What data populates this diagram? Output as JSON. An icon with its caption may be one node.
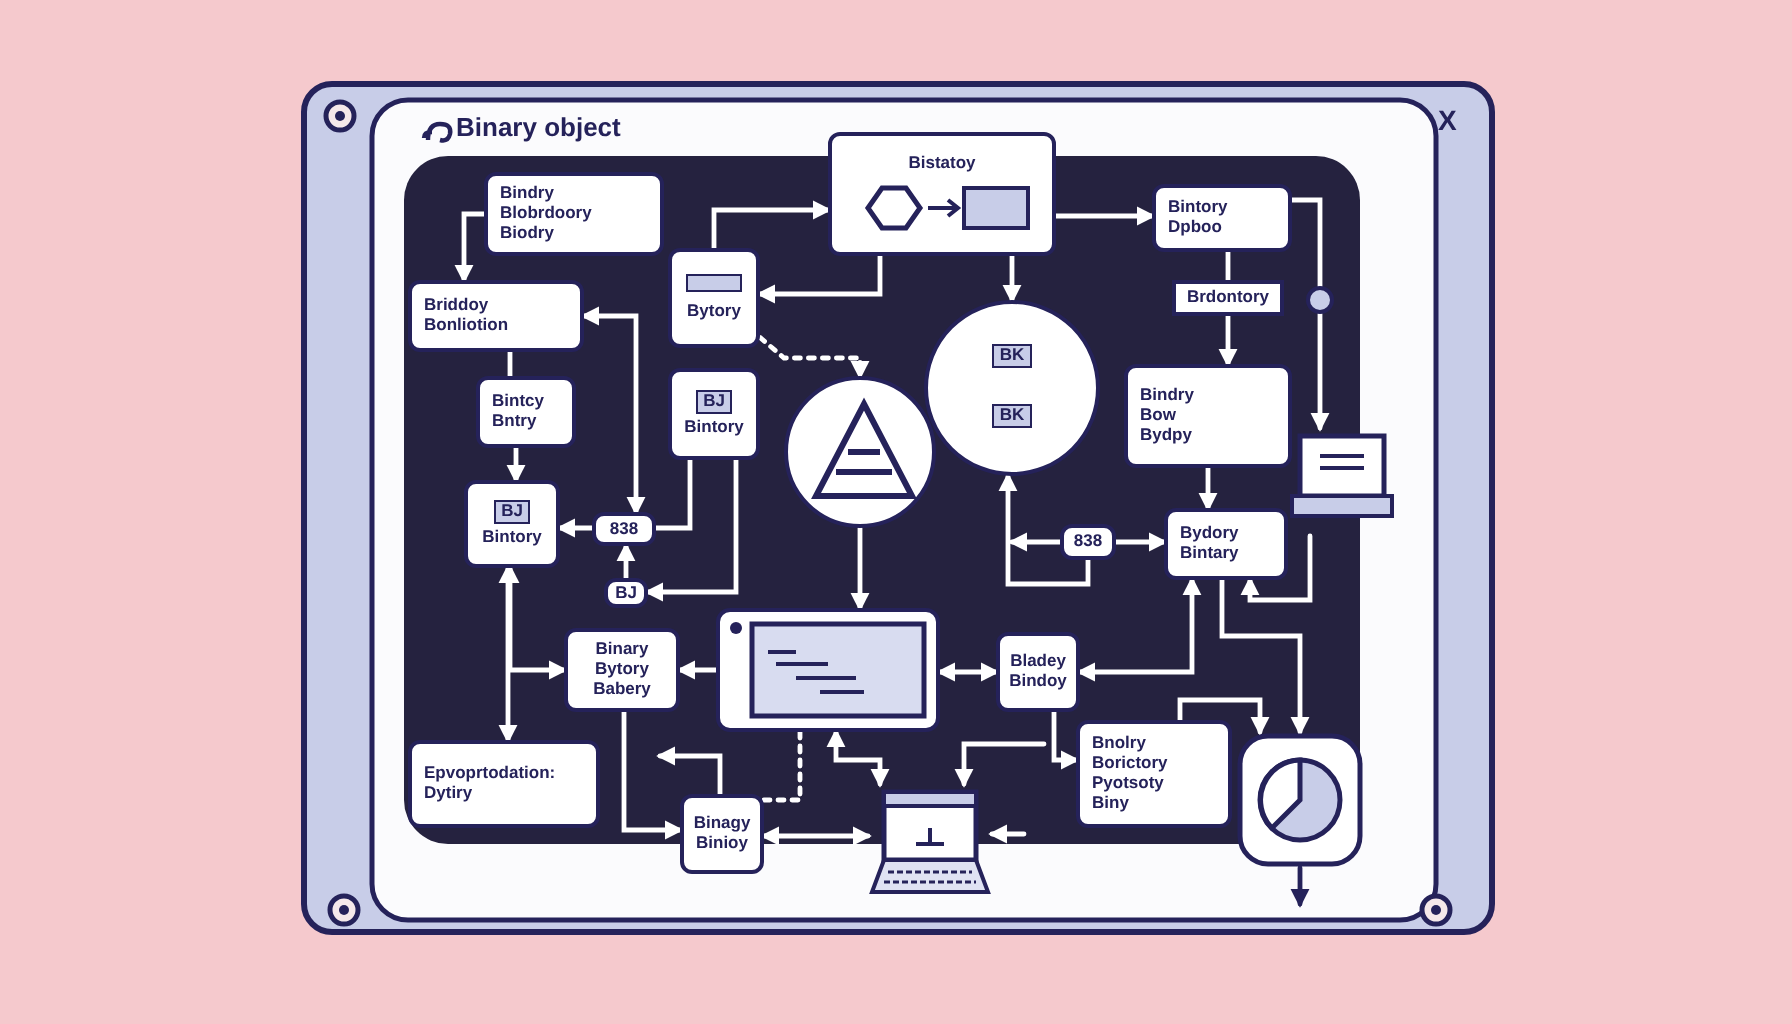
{
  "diagram": {
    "title": "Binary object",
    "nodes": [
      {
        "text": [
          "Bindry",
          "Blobrdoory",
          "Biodry"
        ]
      },
      {
        "text": [
          "Briddoy",
          "Bonliotion"
        ]
      },
      {
        "text": [
          "Bintcy",
          "Bntry"
        ]
      },
      {
        "text": [
          "BJ",
          "Bintory"
        ]
      },
      {
        "text": [
          "Bytory"
        ]
      },
      {
        "text": [
          "BJ",
          "Bintory"
        ]
      },
      {
        "text": [
          "838"
        ]
      },
      {
        "text": [
          "BJ"
        ]
      },
      {
        "text": [
          "Bistatoy"
        ]
      },
      {
        "text": [],
        "shape": "circle"
      },
      {
        "text": [
          "BK",
          "BK"
        ]
      },
      {
        "text": [
          "Bintory",
          "Dpboo"
        ]
      },
      {
        "text": [
          "Brdontory"
        ]
      },
      {
        "text": [
          "Bindry",
          "Bow",
          "Bydpy"
        ]
      },
      {
        "text": [],
        "shape": "picture"
      },
      {
        "text": [
          "838"
        ]
      },
      {
        "text": [
          "Bydory",
          "Bintary"
        ]
      },
      {
        "text": [
          "Binary",
          "Bytory",
          "Babery"
        ]
      },
      {
        "text": [],
        "shape": "picture"
      },
      {
        "text": [
          "Bladey",
          "Bindoy"
        ]
      },
      {
        "text": [
          "Epvoprtodation:",
          "Dytiry"
        ]
      },
      {
        "text": [
          "Binagy",
          "Binioy"
        ]
      },
      {
        "text": [],
        "shape": "picture"
      },
      {
        "text": [
          "Bnolry",
          "Borictory",
          "Pyotsoty",
          "Biny"
        ]
      },
      {
        "text": [],
        "shape": "picture"
      }
    ],
    "edges": [
      {
        "from": 0,
        "to": 1,
        "arrow": "to"
      },
      {
        "from": 1,
        "to": 2,
        "arrow": "none"
      },
      {
        "from": 2,
        "to": 3,
        "arrow": "to"
      },
      {
        "from": 6,
        "to": 3,
        "arrow": "to"
      },
      {
        "from": 1,
        "to": 6,
        "arrow": "both"
      },
      {
        "from": 8,
        "to": 4,
        "arrow": "to"
      },
      {
        "from": 4,
        "to": 8,
        "arrow": "to"
      },
      {
        "from": 7,
        "to": 6,
        "arrow": "to"
      },
      {
        "from": 5,
        "to": 6,
        "arrow": "none"
      },
      {
        "from": 5,
        "to": 7,
        "arrow": "to"
      },
      {
        "from": 4,
        "to": 9,
        "arrow": "to",
        "style": "dashed"
      },
      {
        "from": 8,
        "to": 10,
        "arrow": "to"
      },
      {
        "from": 8,
        "to": 11,
        "arrow": "to"
      },
      {
        "from": 11,
        "to": 12,
        "arrow": "none"
      },
      {
        "from": 12,
        "to": 13,
        "arrow": "to"
      },
      {
        "from": 11,
        "to": 14,
        "arrow": "to"
      },
      {
        "from": 9,
        "to": 18,
        "arrow": "to"
      },
      {
        "from": 13,
        "to": 16,
        "arrow": "to"
      },
      {
        "from": 15,
        "to": 16,
        "arrow": "to"
      },
      {
        "from": 15,
        "to": null,
        "arrow": "to"
      },
      {
        "from": 15,
        "to": 10,
        "arrow": "to"
      },
      {
        "from": 14,
        "to": 16,
        "arrow": "to"
      },
      {
        "from": 16,
        "to": 24,
        "arrow": "to"
      },
      {
        "from": 19,
        "to": 16,
        "arrow": "both"
      },
      {
        "from": 18,
        "to": 19,
        "arrow": "both"
      },
      {
        "from": 18,
        "to": 17,
        "arrow": "to"
      },
      {
        "from": 3,
        "to": 17,
        "arrow": "both"
      },
      {
        "from": 3,
        "to": 20,
        "arrow": "both"
      },
      {
        "from": 17,
        "to": 21,
        "arrow": "to"
      },
      {
        "from": 21,
        "to": null,
        "arrow": "to"
      },
      {
        "from": 21,
        "to": 18,
        "arrow": "none",
        "style": "dashed"
      },
      {
        "from": 18,
        "to": 22,
        "arrow": "both"
      },
      {
        "from": 21,
        "to": 22,
        "arrow": "both"
      },
      {
        "from": null,
        "to": 22,
        "arrow": "to"
      },
      {
        "from": 19,
        "to": 23,
        "arrow": "to"
      },
      {
        "from": null,
        "to": 22,
        "arrow": "to"
      },
      {
        "from": 23,
        "to": 24,
        "arrow": "to"
      },
      {
        "from": 24,
        "to": null,
        "arrow": "to",
        "color": "#25225a"
      }
    ],
    "labels": [
      "X"
    ]
  }
}
